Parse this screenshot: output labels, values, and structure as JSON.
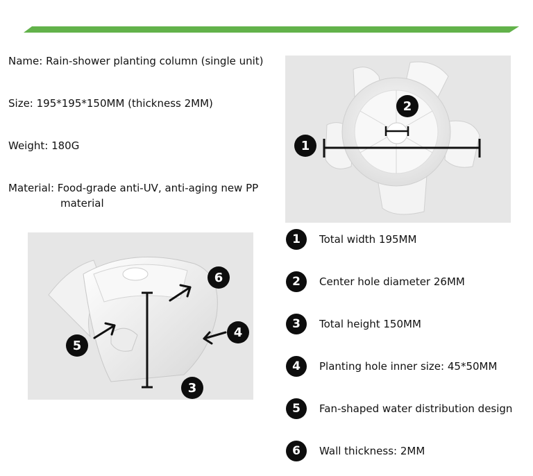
{
  "specs": {
    "name": "Name: Rain-shower planting column (single unit)",
    "size": "Size: 195*195*150MM (thickness 2MM)",
    "weight": "Weight: 180G",
    "material_line1": "Material: Food-grade anti-UV, anti-aging new PP",
    "material_line2": "material"
  },
  "legend": [
    {
      "num": "1",
      "text": "Total width 195MM"
    },
    {
      "num": "2",
      "text": "Center hole diameter 26MM"
    },
    {
      "num": "3",
      "text": "Total height 150MM"
    },
    {
      "num": "4",
      "text": "Planting hole inner size: 45*50MM"
    },
    {
      "num": "5",
      "text": "Fan-shaped water distribution design"
    },
    {
      "num": "6",
      "text": "Wall thickness: 2MM"
    }
  ],
  "photo_top": {
    "badge1": "1",
    "badge2": "2"
  },
  "photo_bottom": {
    "badge3": "3",
    "badge4": "4",
    "badge5": "5",
    "badge6": "6"
  },
  "colors": {
    "banner_green": "#62b24a",
    "photo_bg": "#e6e6e6",
    "badge": "#0d0d0d"
  }
}
